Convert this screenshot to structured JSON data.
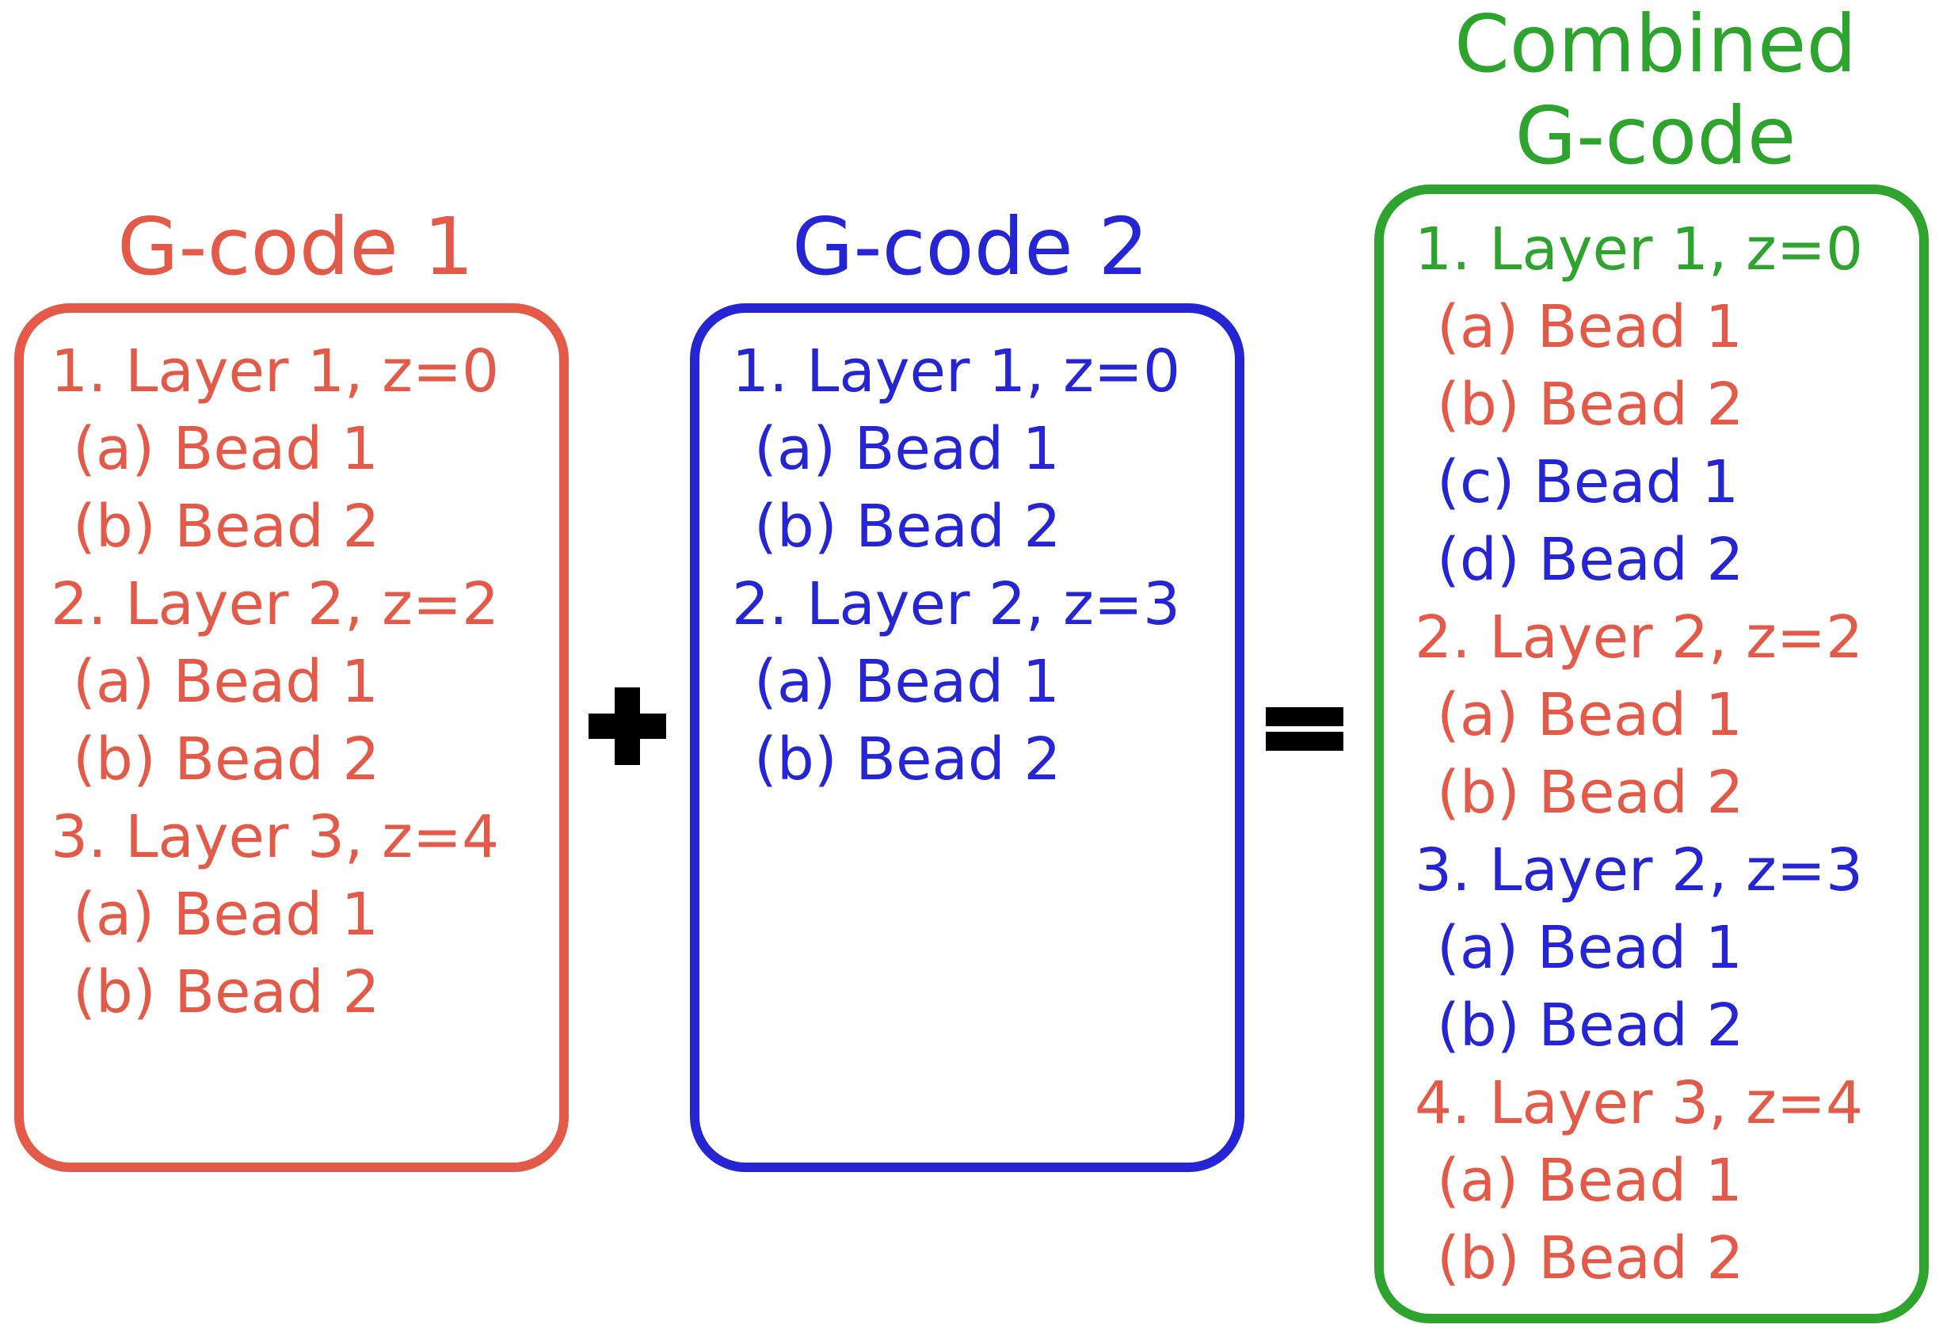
{
  "colors": {
    "red": "#e35a48",
    "blue": "#2525d4",
    "green": "#2ea32e",
    "operator": "#000000"
  },
  "gcode1": {
    "title": "G-code 1",
    "lines": [
      {
        "text": "1. Layer 1, z=0",
        "indent": 0,
        "color": "red"
      },
      {
        "text": "(a) Bead 1",
        "indent": 1,
        "color": "red"
      },
      {
        "text": "(b) Bead 2",
        "indent": 1,
        "color": "red"
      },
      {
        "text": "2. Layer 2, z=2",
        "indent": 0,
        "color": "red"
      },
      {
        "text": "(a) Bead 1",
        "indent": 1,
        "color": "red"
      },
      {
        "text": "(b) Bead 2",
        "indent": 1,
        "color": "red"
      },
      {
        "text": "3. Layer 3, z=4",
        "indent": 0,
        "color": "red"
      },
      {
        "text": "(a) Bead 1",
        "indent": 1,
        "color": "red"
      },
      {
        "text": "(b) Bead 2",
        "indent": 1,
        "color": "red"
      }
    ]
  },
  "gcode2": {
    "title": "G-code 2",
    "lines": [
      {
        "text": "1. Layer 1, z=0",
        "indent": 0,
        "color": "blue"
      },
      {
        "text": "(a) Bead 1",
        "indent": 1,
        "color": "blue"
      },
      {
        "text": "(b) Bead 2",
        "indent": 1,
        "color": "blue"
      },
      {
        "text": "2. Layer 2, z=3",
        "indent": 0,
        "color": "blue"
      },
      {
        "text": "(a) Bead 1",
        "indent": 1,
        "color": "blue"
      },
      {
        "text": "(b) Bead 2",
        "indent": 1,
        "color": "blue"
      }
    ]
  },
  "combined": {
    "title_line1": "Combined",
    "title_line2": "G-code",
    "lines": [
      {
        "text": "1. Layer 1, z=0",
        "indent": 0,
        "color": "green"
      },
      {
        "text": "(a) Bead 1",
        "indent": 1,
        "color": "red"
      },
      {
        "text": "(b) Bead 2",
        "indent": 1,
        "color": "red"
      },
      {
        "text": "(c) Bead 1",
        "indent": 1,
        "color": "blue"
      },
      {
        "text": "(d) Bead 2",
        "indent": 1,
        "color": "blue"
      },
      {
        "text": "2. Layer 2, z=2",
        "indent": 0,
        "color": "red"
      },
      {
        "text": "(a) Bead 1",
        "indent": 1,
        "color": "red"
      },
      {
        "text": "(b) Bead 2",
        "indent": 1,
        "color": "red"
      },
      {
        "text": "3. Layer 2, z=3",
        "indent": 0,
        "color": "blue"
      },
      {
        "text": "(a) Bead 1",
        "indent": 1,
        "color": "blue"
      },
      {
        "text": "(b) Bead 2",
        "indent": 1,
        "color": "blue"
      },
      {
        "text": "4. Layer 3, z=4",
        "indent": 0,
        "color": "red"
      },
      {
        "text": "(a) Bead 1",
        "indent": 1,
        "color": "red"
      },
      {
        "text": "(b) Bead 2",
        "indent": 1,
        "color": "red"
      }
    ]
  },
  "operators": {
    "plus": "+",
    "equals": "="
  }
}
